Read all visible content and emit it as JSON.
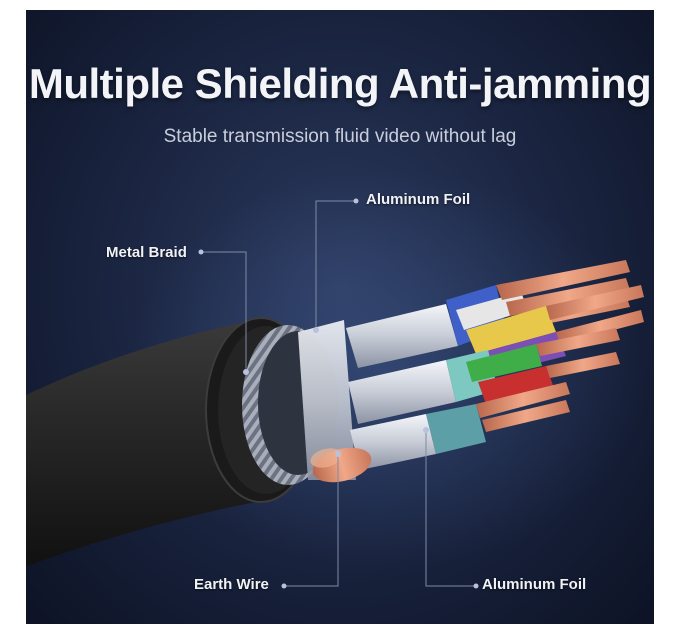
{
  "headline": "Multiple Shielding Anti-jamming",
  "subheadline": "Stable transmission fluid video without lag",
  "callouts": {
    "aluminum_foil_top": "Aluminum Foil",
    "metal_braid": "Metal Braid",
    "earth_wire": "Earth Wire",
    "aluminum_foil_bottom": "Aluminum Foil"
  },
  "colors": {
    "background": "#1c2744",
    "jacket": "#2a2a2a",
    "copper": "#d9876a",
    "leader_line": "#7f8aa6"
  }
}
